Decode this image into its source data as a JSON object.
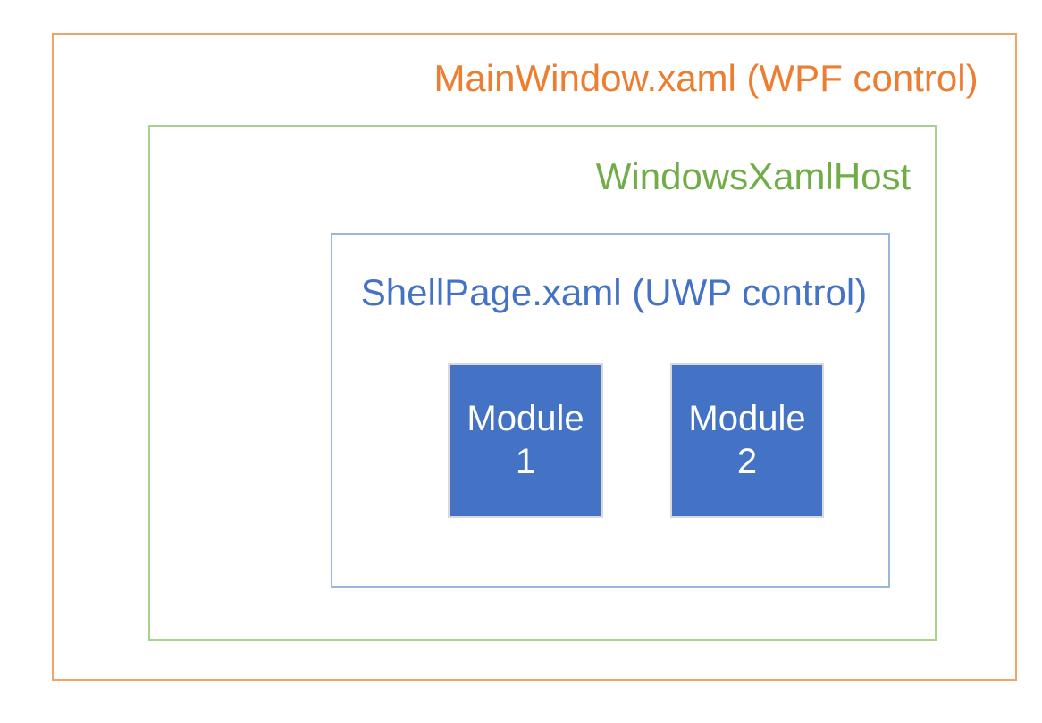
{
  "diagram": {
    "title_implied": "Nested XAML hosting architecture",
    "outer_box": {
      "label": "MainWindow.xaml (WPF control)",
      "text_color": "#ED7D31",
      "border_color": "#F2A467"
    },
    "host_box": {
      "label": "WindowsXamlHost",
      "text_color": "#70AD47",
      "border_color": "#A9D18E"
    },
    "shell_box": {
      "label": "ShellPage.xaml (UWP control)",
      "text_color": "#4472C4",
      "border_color": "#9AB5DE"
    },
    "modules": [
      {
        "label": "Module 1",
        "line1": "Module",
        "line2": "1",
        "fill_color": "#4472C4",
        "border_color": "#D9D9D9",
        "text_color": "#FFFFFF"
      },
      {
        "label": "Module 2",
        "line1": "Module",
        "line2": "2",
        "fill_color": "#4472C4",
        "border_color": "#D9D9D9",
        "text_color": "#FFFFFF"
      }
    ],
    "background_color": "#FFFFFF"
  }
}
